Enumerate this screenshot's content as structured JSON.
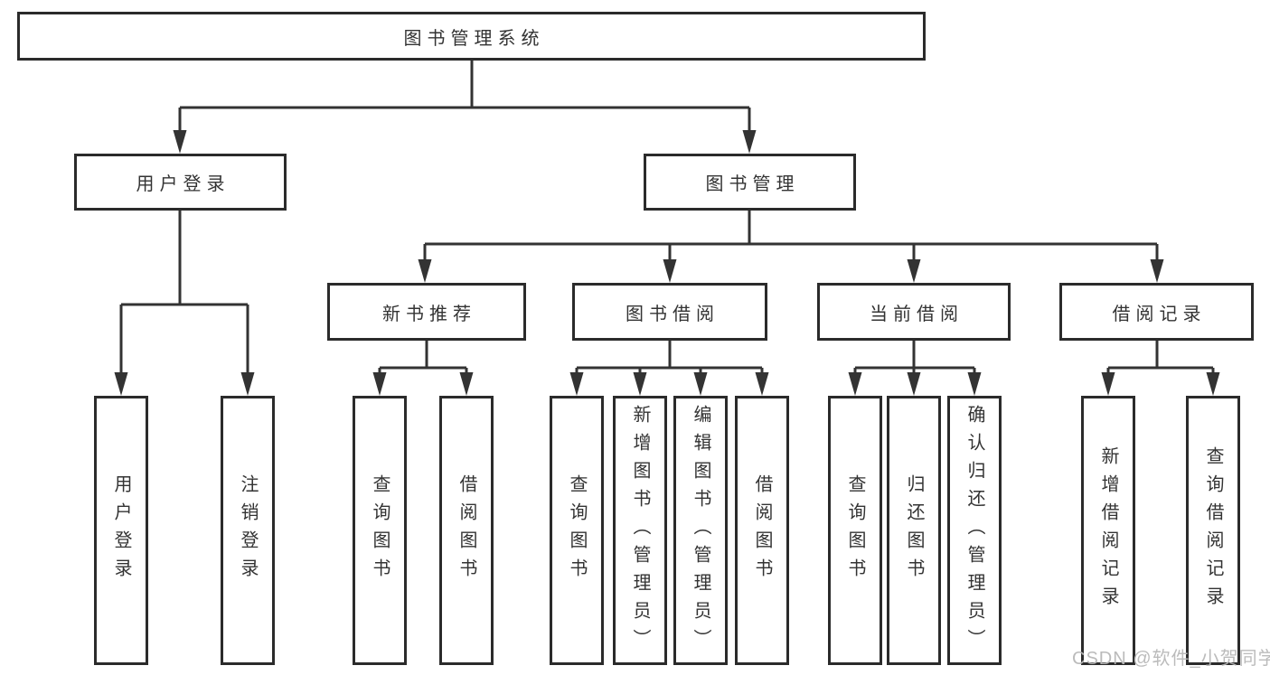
{
  "tree": {
    "label": "图书管理系统",
    "children": [
      {
        "label": "用户登录",
        "children": [
          {
            "label": "用户登录"
          },
          {
            "label": "注销登录"
          }
        ]
      },
      {
        "label": "图书管理",
        "children": [
          {
            "label": "新书推荐",
            "children": [
              {
                "label": "查询图书"
              },
              {
                "label": "借阅图书"
              }
            ]
          },
          {
            "label": "图书借阅",
            "children": [
              {
                "label": "查询图书"
              },
              {
                "label": "新增图书（管理员）"
              },
              {
                "label": "编辑图书（管理员）"
              },
              {
                "label": "借阅图书"
              }
            ]
          },
          {
            "label": "当前借阅",
            "children": [
              {
                "label": "查询图书"
              },
              {
                "label": "归还图书"
              },
              {
                "label": "确认归还（管理员）"
              }
            ]
          },
          {
            "label": "借阅记录",
            "children": [
              {
                "label": "新增借阅记录"
              },
              {
                "label": "查询借阅记录"
              }
            ]
          }
        ]
      }
    ]
  },
  "watermark": {
    "text": "CSDN @软件_小贺同学"
  },
  "colors": {
    "box_border": "#2b2b2b",
    "connector": "#333333",
    "text": "#333333",
    "watermark": "#b8b8b8",
    "background": "#ffffff"
  }
}
